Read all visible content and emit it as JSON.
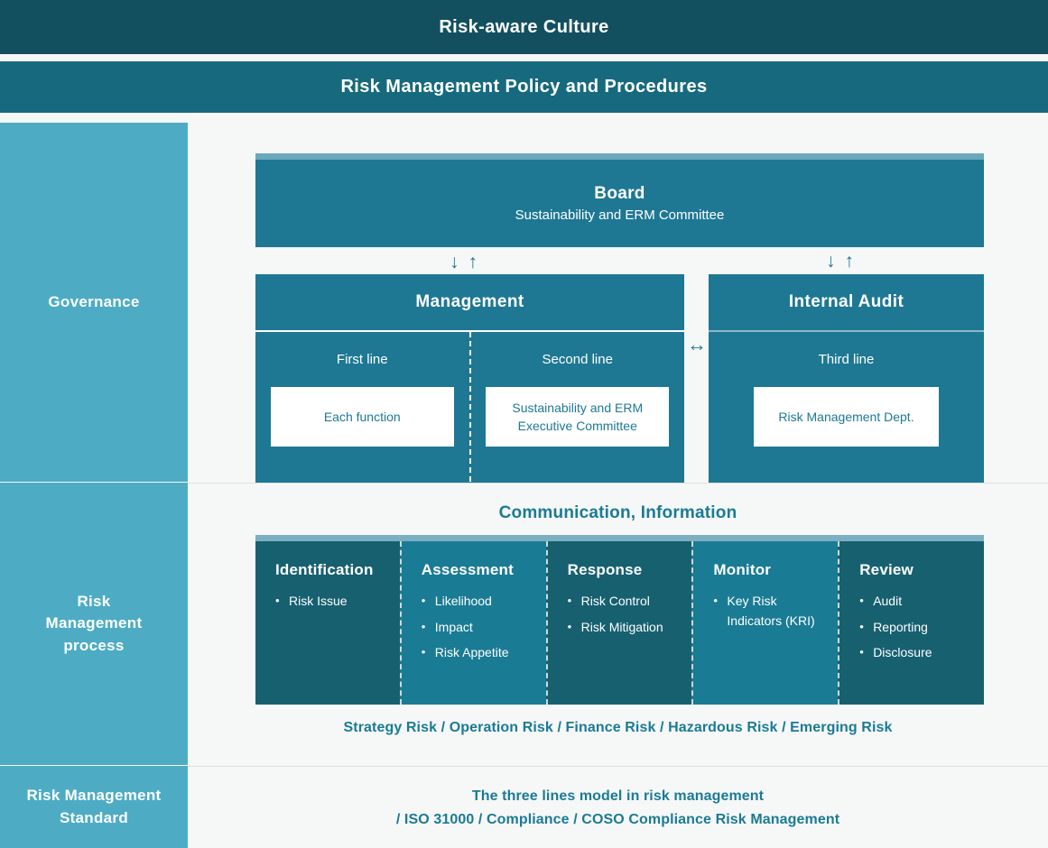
{
  "bands": {
    "culture": "Risk-aware Culture",
    "policy": "Risk Management Policy and Procedures"
  },
  "sections": {
    "governance_label": "Governance",
    "process_label": "Risk\nManagement\nprocess",
    "standard_label": "Risk Management\nStandard"
  },
  "governance": {
    "board": {
      "title": "Board",
      "subtitle": "Sustainability and ERM Committee"
    },
    "arrow_down": "↓",
    "arrow_up": "↑",
    "arrow_lr": "↔",
    "management": {
      "title": "Management",
      "lines": [
        {
          "label": "First line",
          "card": "Each function"
        },
        {
          "label": "Second line",
          "card": "Sustainability and ERM\nExecutive Committee"
        }
      ]
    },
    "internal_audit": {
      "title": "Internal Audit",
      "lines": [
        {
          "label": "Third line",
          "card": "Risk Management Dept."
        }
      ]
    }
  },
  "process": {
    "communication_title": "Communication, Information",
    "risk_types": "Strategy Risk / Operation Risk / Finance Risk / Hazardous Risk / Emerging Risk",
    "columns": [
      {
        "name": "Identification",
        "items": [
          "Risk Issue"
        ]
      },
      {
        "name": "Assessment",
        "items": [
          "Likelihood",
          "Impact",
          "Risk Appetite"
        ]
      },
      {
        "name": "Response",
        "items": [
          "Risk Control",
          "Risk Mitigation"
        ]
      },
      {
        "name": "Monitor",
        "items": [
          "Key Risk Indicators (KRI)"
        ]
      },
      {
        "name": "Review",
        "items": [
          "Audit",
          "Reporting",
          "Disclosure"
        ]
      }
    ]
  },
  "standard": {
    "line1": "The three lines model in risk management",
    "line2": "/ ISO 31000 / Compliance / COSO Compliance Risk Management"
  },
  "colors": {
    "culture_band": "#13505f",
    "policy_band": "#176a7e",
    "sidebar": "#4dacc4",
    "box": "#1e7894",
    "box_top_strip": "#6ba8bc",
    "process_dark": "#176070",
    "process_light": "#1a7b94",
    "accent_text": "#1a7b94",
    "background": "#f6f7f7"
  }
}
